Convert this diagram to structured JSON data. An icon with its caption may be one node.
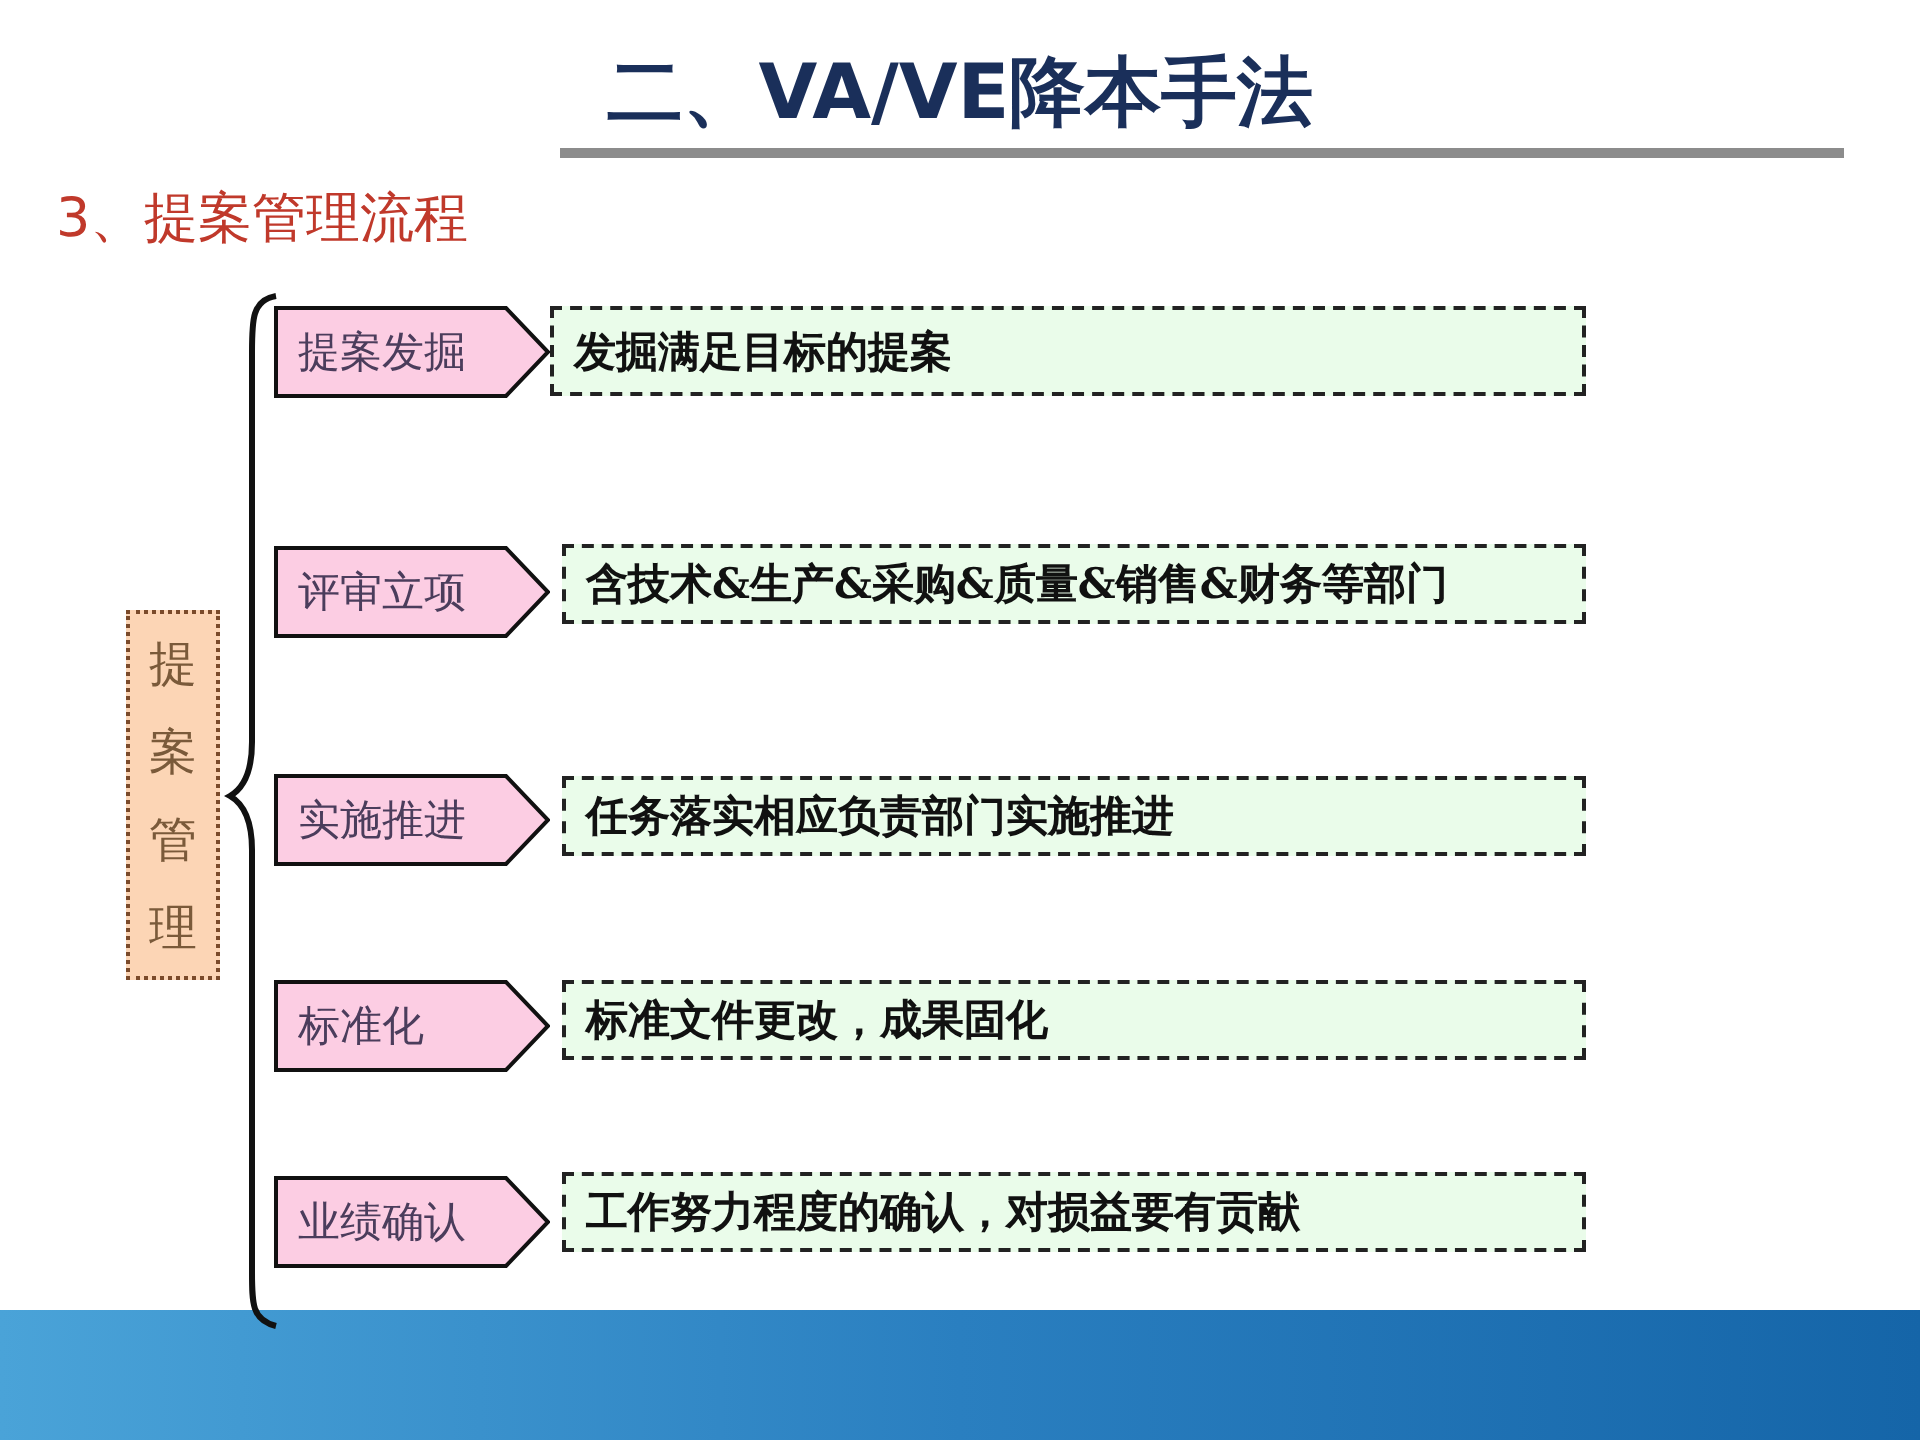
{
  "diagram": {
    "title": "二、VA/VE降本手法",
    "nodes": [
      {
        "text": [
          "提案管理"
        ]
      },
      {
        "text": [
          "提案发掘"
        ]
      },
      {
        "text": [
          "评审立项"
        ]
      },
      {
        "text": [
          "实施推进"
        ]
      },
      {
        "text": [
          "标准化"
        ]
      },
      {
        "text": [
          "业绩确认"
        ]
      },
      {
        "text": [
          "发掘满足目标的提案"
        ]
      },
      {
        "text": [
          "含技术&生产&采购&质量&销售&财务等部门"
        ]
      },
      {
        "text": [
          "任务落实相应负责部门实施推进"
        ]
      },
      {
        "text": [
          "标准文件更改，成果固化"
        ]
      },
      {
        "text": [
          "工作努力程度的确认，对损益要有贡献"
        ]
      }
    ],
    "labels": [
      "3、提案管理流程"
    ]
  }
}
